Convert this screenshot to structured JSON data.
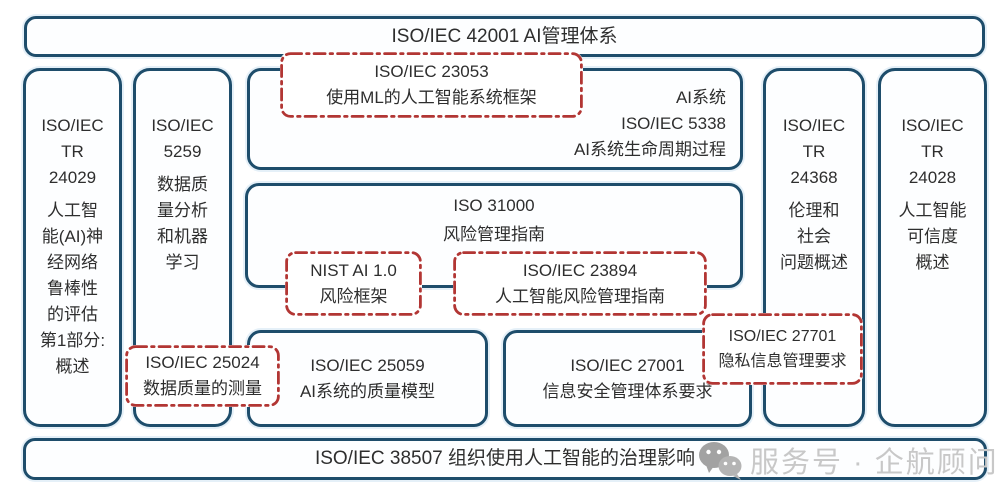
{
  "palette": {
    "navy_border": "#1e4d6b",
    "red_dash": "#b23634",
    "text": "#2e2e2e",
    "watermark_gray": "#c8c8c8"
  },
  "top_bar": {
    "label": "ISO/IEC 42001 AI管理体系"
  },
  "bottom_bar": {
    "label": "ISO/IEC 38507 组织使用人工智能的治理影响"
  },
  "watermark": {
    "label": "服务号 · 企航顾问"
  },
  "columns": [
    {
      "id": "iso-iec-tr-24029",
      "code": "ISO/IEC\nTR\n24029",
      "title": "人工智\n能(AI)神\n经网络\n鲁棒性\n的评估\n第1部分:\n概述"
    },
    {
      "id": "iso-iec-5259",
      "code": "ISO/IEC\n5259",
      "title": "数据质\n量分析\n和机器\n学习"
    },
    {
      "id": "iso-iec-tr-24368",
      "code": "ISO/IEC\nTR\n24368",
      "title": "伦理和\n社会\n问题概述"
    },
    {
      "id": "iso-iec-tr-24028",
      "code": "ISO/IEC\nTR\n24028",
      "title": "人工智能\n可信度\n概述"
    }
  ],
  "solid_boxes": {
    "ai_system_5338": {
      "lines": "AI系统\nISO/IEC 5338\nAI系统生命周期过程"
    },
    "iso_31000": {
      "lines": "ISO 31000\n风险管理指南"
    },
    "iso_25059": {
      "lines": "ISO/IEC 25059\nAI系统的质量模型"
    },
    "iso_27001": {
      "lines": "ISO/IEC 27001\n信息安全管理体系要求"
    }
  },
  "dashed_boxes": {
    "iso_23053": {
      "lines": "ISO/IEC 23053\n使用ML的人工智能系统框架"
    },
    "nist_ai_rmf": {
      "lines": "NIST AI 1.0\n风险框架"
    },
    "iso_23894": {
      "lines": "ISO/IEC 23894\n人工智能风险管理指南"
    },
    "iso_27701": {
      "lines": "ISO/IEC 27701\n隐私信息管理要求"
    },
    "iso_25024": {
      "lines": "ISO/IEC 25024\n数据质量的测量"
    }
  }
}
